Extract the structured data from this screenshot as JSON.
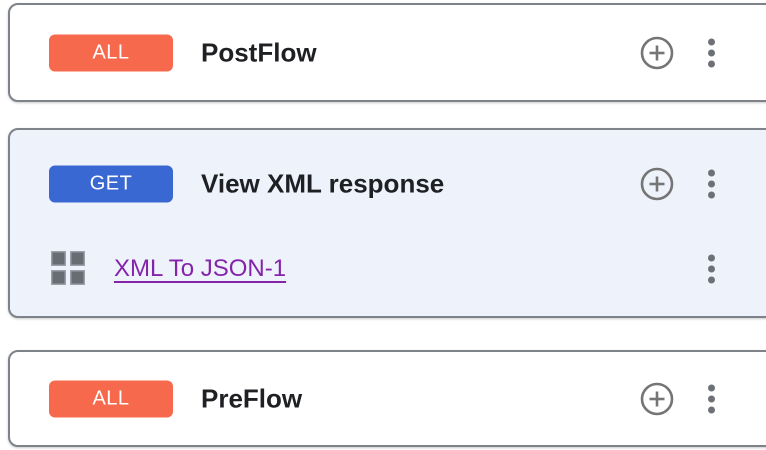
{
  "colors": {
    "badge_all": "#F7694C",
    "badge_get": "#3968D2",
    "selected_card_bg": "#EEF2FB",
    "link": "#8424AA",
    "icon_gray": "#757575"
  },
  "cards": [
    {
      "badge": "ALL",
      "title": "PostFlow"
    },
    {
      "badge": "GET",
      "title": "View XML response",
      "policy": "XML To JSON-1"
    },
    {
      "badge": "ALL",
      "title": "PreFlow"
    }
  ]
}
